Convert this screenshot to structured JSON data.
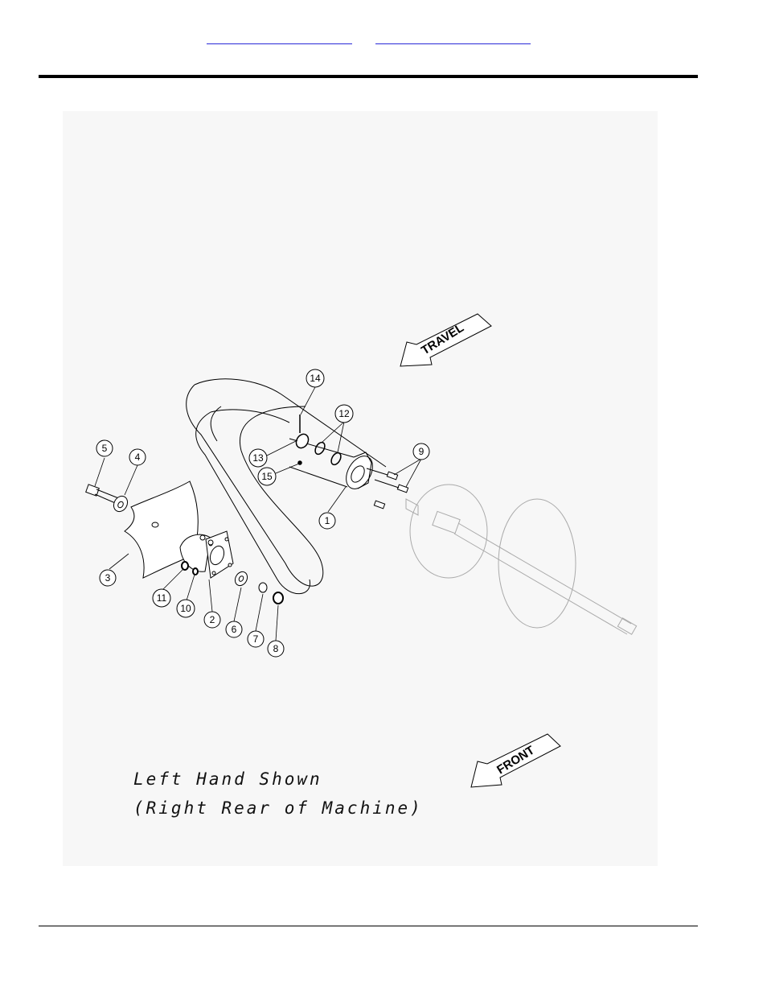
{
  "header": {
    "links": [
      {
        "label": ""
      },
      {
        "label": ""
      }
    ]
  },
  "diagram": {
    "arrows": {
      "travel": "TRAVEL",
      "front": "FRONT"
    },
    "callouts": [
      "1",
      "2",
      "3",
      "4",
      "5",
      "6",
      "7",
      "8",
      "9",
      "10",
      "11",
      "12",
      "13",
      "14",
      "15"
    ],
    "caption_line1": "Left Hand Shown",
    "caption_line2": "(Right Rear of Machine)"
  }
}
